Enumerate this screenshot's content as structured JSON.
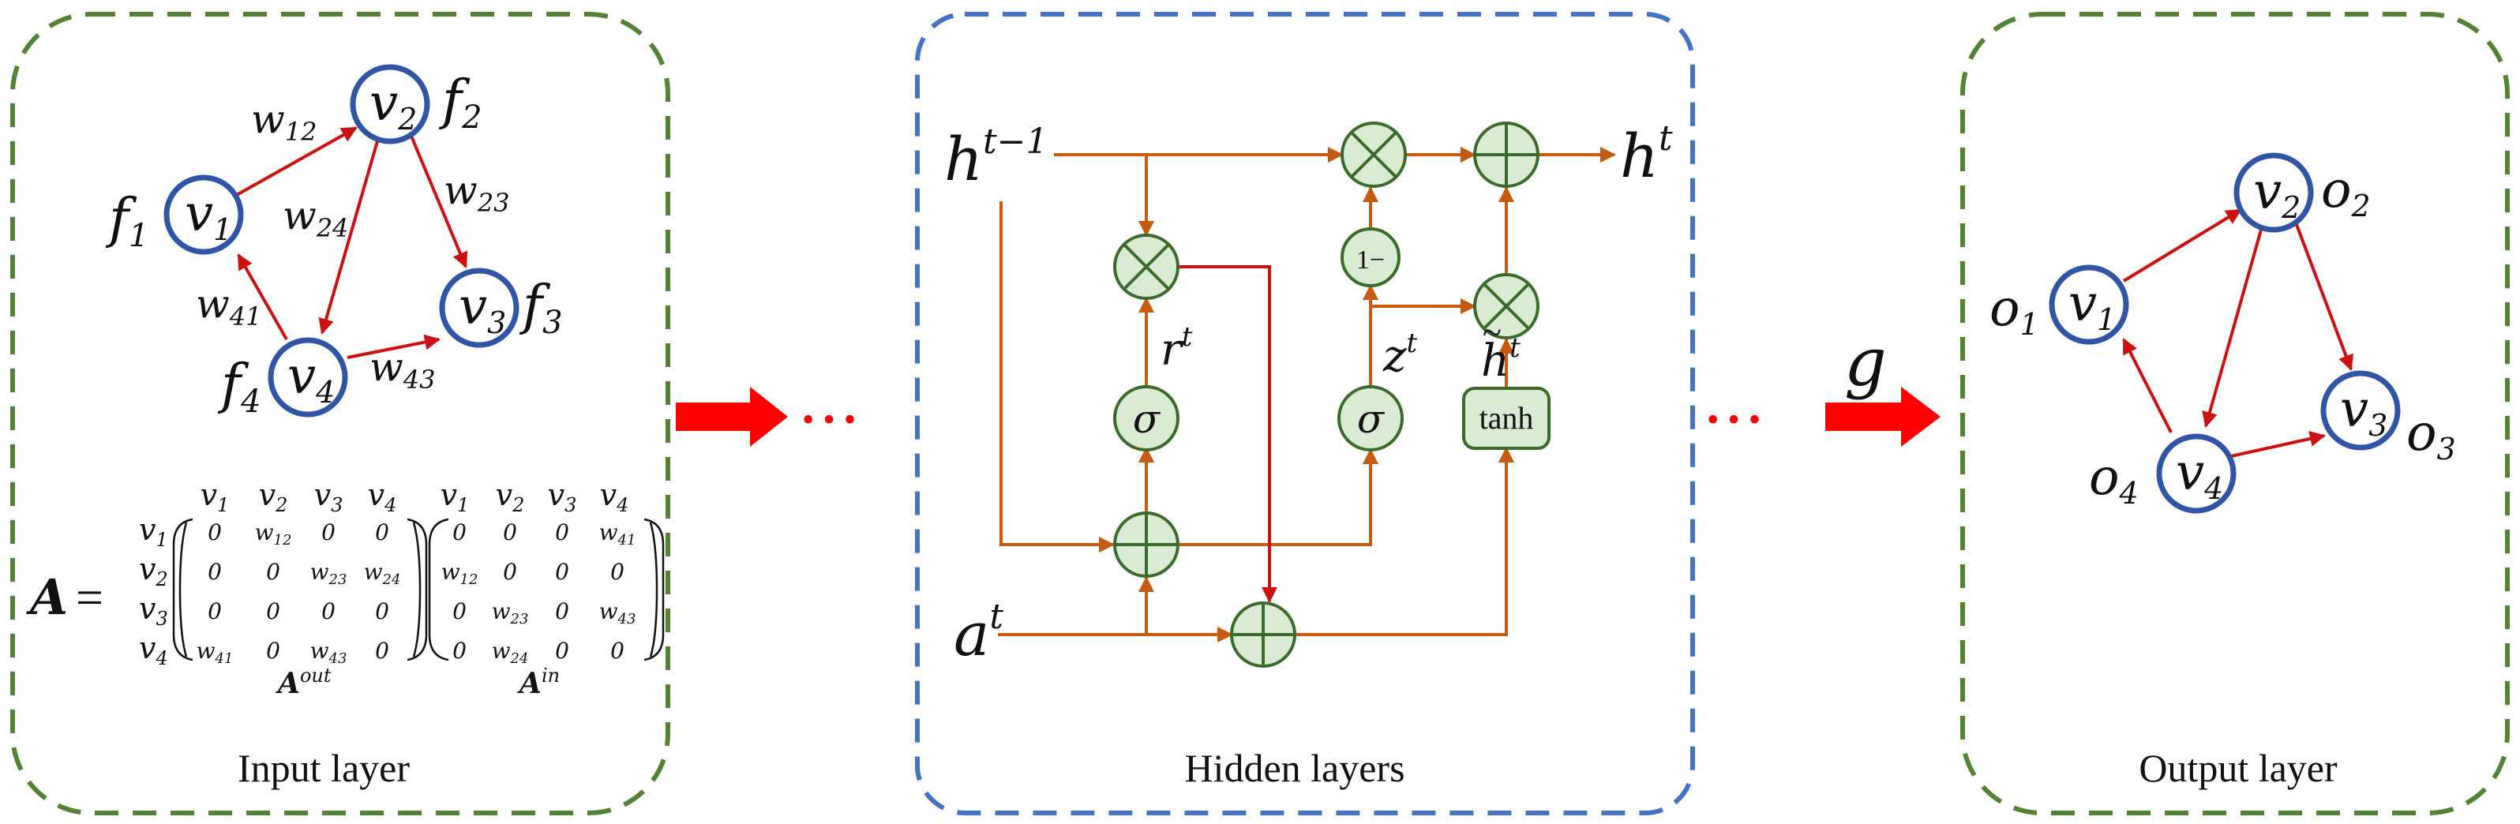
{
  "panels": {
    "input": {
      "caption": "Input layer"
    },
    "hidden": {
      "caption": "Hidden layers"
    },
    "output": {
      "caption": "Output layer"
    }
  },
  "input_graph": {
    "nodes": [
      {
        "id": "v1",
        "base": "v",
        "sub": "1",
        "feat_base": "f",
        "feat_sub": "1"
      },
      {
        "id": "v2",
        "base": "v",
        "sub": "2",
        "feat_base": "f",
        "feat_sub": "2"
      },
      {
        "id": "v3",
        "base": "v",
        "sub": "3",
        "feat_base": "f",
        "feat_sub": "3"
      },
      {
        "id": "v4",
        "base": "v",
        "sub": "4",
        "feat_base": "f",
        "feat_sub": "4"
      }
    ],
    "edges": [
      {
        "from": "v1",
        "to": "v2",
        "label_base": "w",
        "label_sub": "12"
      },
      {
        "from": "v2",
        "to": "v3",
        "label_base": "w",
        "label_sub": "23"
      },
      {
        "from": "v2",
        "to": "v4",
        "label_base": "w",
        "label_sub": "24"
      },
      {
        "from": "v4",
        "to": "v1",
        "label_base": "w",
        "label_sub": "41"
      },
      {
        "from": "v4",
        "to": "v3",
        "label_base": "w",
        "label_sub": "43"
      }
    ]
  },
  "matrix": {
    "symbol": "A",
    "equals": "=",
    "row_labels": [
      "v1",
      "v2",
      "v3",
      "v4"
    ],
    "col_labels": [
      "v1",
      "v2",
      "v3",
      "v4"
    ],
    "out": {
      "sup": "out",
      "rows": [
        [
          "0",
          "w12",
          "0",
          "0"
        ],
        [
          "0",
          "0",
          "w23",
          "w24"
        ],
        [
          "0",
          "0",
          "0",
          "0"
        ],
        [
          "w41",
          "0",
          "w43",
          "0"
        ]
      ]
    },
    "in": {
      "sup": "in",
      "rows": [
        [
          "0",
          "0",
          "0",
          "w41"
        ],
        [
          "w12",
          "0",
          "0",
          "0"
        ],
        [
          "0",
          "w23",
          "0",
          "w43"
        ],
        [
          "0",
          "w24",
          "0",
          "0"
        ]
      ]
    }
  },
  "hidden": {
    "h_prev_base": "h",
    "h_prev_sup": "t−1",
    "h_out_base": "h",
    "h_out_sup": "t",
    "a_base": "a",
    "a_sup": "t",
    "r_base": "r",
    "r_sup": "t",
    "z_base": "z",
    "z_sup": "t",
    "htilde_base": "h",
    "htilde_sup": "t",
    "htilde_mark": "~",
    "sigma": "σ",
    "one_minus": "1−",
    "tanh": "tanh"
  },
  "dots": "• • •",
  "g_label": "g",
  "output_graph": {
    "nodes": [
      {
        "id": "v1",
        "base": "v",
        "sub": "1",
        "out_base": "o",
        "out_sub": "1"
      },
      {
        "id": "v2",
        "base": "v",
        "sub": "2",
        "out_base": "o",
        "out_sub": "2"
      },
      {
        "id": "v3",
        "base": "v",
        "sub": "3",
        "out_base": "o",
        "out_sub": "3"
      },
      {
        "id": "v4",
        "base": "v",
        "sub": "4",
        "out_base": "o",
        "out_sub": "4"
      }
    ],
    "edges": [
      {
        "from": "v1",
        "to": "v2"
      },
      {
        "from": "v2",
        "to": "v3"
      },
      {
        "from": "v2",
        "to": "v4"
      },
      {
        "from": "v4",
        "to": "v1"
      },
      {
        "from": "v4",
        "to": "v3"
      }
    ]
  },
  "colors": {
    "node_stroke": "#2f55a4",
    "edge": "#cc1111",
    "flow": "#c55a11",
    "gate_fill": "#d9ebd3",
    "gate_stroke": "#3b6b2a",
    "panel_green": "#548235",
    "panel_blue": "#4472c4",
    "big_arrow": "#ff0000"
  }
}
